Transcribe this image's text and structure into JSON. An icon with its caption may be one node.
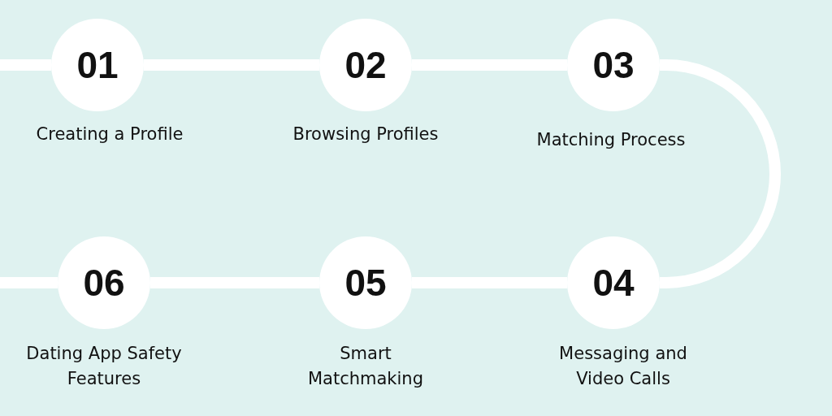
{
  "diagram": {
    "nodes": [
      {
        "text": [
          "01"
        ],
        "beside": [
          "Creating a Profile"
        ]
      },
      {
        "text": [
          "02"
        ],
        "beside": [
          "Browsing Profiles"
        ]
      },
      {
        "text": [
          "03"
        ],
        "beside": [
          "Matching Process"
        ]
      },
      {
        "text": [
          "04"
        ],
        "beside": [
          "Messaging and Video Calls"
        ]
      },
      {
        "text": [
          "05"
        ],
        "beside": [
          "Smart Matchmaking"
        ]
      },
      {
        "text": [
          "06"
        ],
        "beside": [
          "Dating App Safety Features"
        ]
      }
    ],
    "edges": [
      {
        "from": null,
        "to": 0,
        "arrow": "none"
      },
      {
        "from": 0,
        "to": 1,
        "arrow": "none"
      },
      {
        "from": 1,
        "to": 2,
        "arrow": "none"
      },
      {
        "from": 2,
        "to": 3,
        "arrow": "none"
      },
      {
        "from": 3,
        "to": 4,
        "arrow": "none"
      },
      {
        "from": 4,
        "to": 5,
        "arrow": "none"
      },
      {
        "from": 5,
        "to": null,
        "arrow": "none"
      }
    ]
  }
}
